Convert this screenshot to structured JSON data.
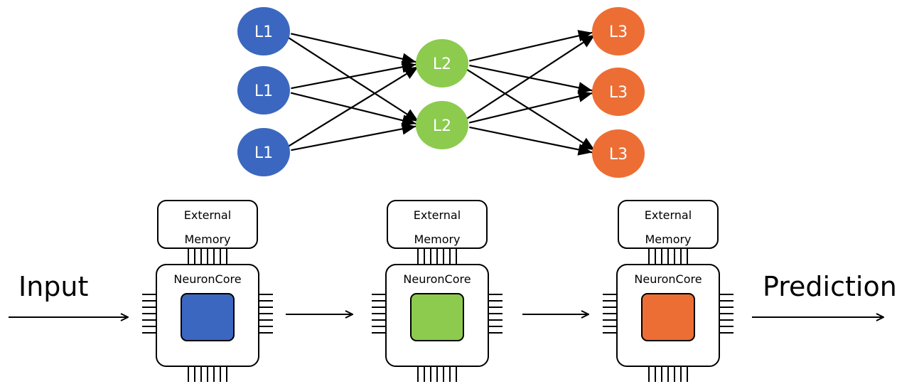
{
  "colors": {
    "layer1": "#3b67c0",
    "layer2": "#8ccb4e",
    "layer3": "#ec6e35",
    "stroke": "#000000",
    "background": "#ffffff"
  },
  "network": {
    "layer1": {
      "label": "L1",
      "count": 3
    },
    "layer2": {
      "label": "L2",
      "count": 2
    },
    "layer3": {
      "label": "L3",
      "count": 3
    }
  },
  "pipeline": {
    "input_label": "Input",
    "output_label": "Prediction",
    "chips": [
      {
        "memory_line1": "External",
        "memory_line2": "Memory",
        "core_label": "NeuronCore",
        "core_color_key": "layer1"
      },
      {
        "memory_line1": "External",
        "memory_line2": "Memory",
        "core_label": "NeuronCore",
        "core_color_key": "layer2"
      },
      {
        "memory_line1": "External",
        "memory_line2": "Memory",
        "core_label": "NeuronCore",
        "core_color_key": "layer3"
      }
    ]
  }
}
